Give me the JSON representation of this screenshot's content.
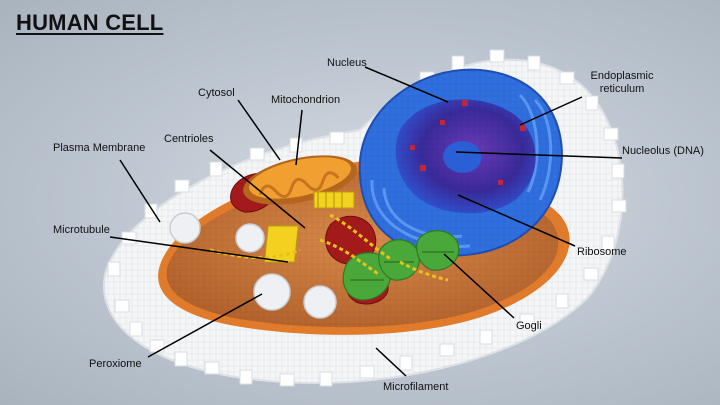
{
  "title": "HUMAN CELL",
  "labels": {
    "nucleus": "Nucleus",
    "endoplasmic_reticulum_line1": "Endoplasmic",
    "endoplasmic_reticulum_line2": "reticulum",
    "cytosol": "Cytosol",
    "mitochondrion": "Mitochondrion",
    "centrioles": "Centrioles",
    "plasma_membrane": "Plasma Membrane",
    "nucleolus": "Nucleolus (DNA)",
    "microtubule": "Microtubule",
    "ribosome": "Ribosome",
    "gogli": "Gogli",
    "peroxiome": "Peroxiome",
    "microfilament": "Microfilament"
  },
  "colors": {
    "background": "#bcc5cf",
    "membrane": "#f4f6f8",
    "cytoplasm": "#c8773a",
    "nucleus_outer": "#2f6fe0",
    "nucleus_inner": "#4b2a9a",
    "nucleolus": "#2a5fd6",
    "mitochondrion": "#e89a2a",
    "golgi": "#4aa83a",
    "centriole": "#f2d21e",
    "peroxisome": "#eef0f3",
    "lysosome": "#a31a1a"
  }
}
